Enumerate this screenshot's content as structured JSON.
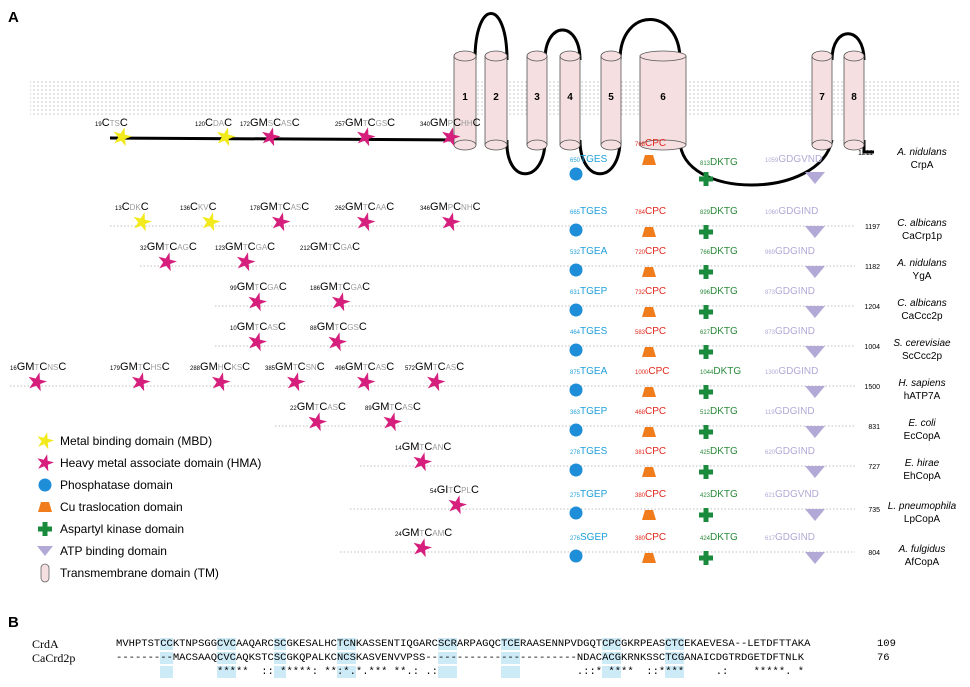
{
  "panel_labels": {
    "a": "A",
    "b": "B"
  },
  "colors": {
    "mbd": "#f2ea1d",
    "hma": "#d61f7c",
    "phosphatase": "#1f8ed8",
    "cu_translocation": "#f07c1c",
    "aspartyl_kinase": "#1a8a3c",
    "atp_binding": "#b3a9d6",
    "tm_fill": "#f6dfe0",
    "tgex_text": "#1f9fd8",
    "cpc_text": "#e0281d",
    "dktg_text": "#2a8a3a",
    "gdgind_text": "#b3a9d6",
    "motif_grey": "#9b9b9b"
  },
  "tm_helices": [
    "1",
    "2",
    "3",
    "4",
    "5",
    "6",
    "7",
    "8"
  ],
  "proteins": [
    {
      "species": "A. nidulans",
      "name": "CrpA",
      "length": "1211",
      "motifs": [
        {
          "pos": "19",
          "pre": "C",
          "mid": "TS",
          "post": "C",
          "icon": "mbd"
        },
        {
          "pos": "120",
          "pre": "C",
          "mid": "DA",
          "post": "C",
          "icon": "mbd"
        },
        {
          "pos": "172",
          "pre": "GM",
          "mid": "S",
          "c1": "C",
          "mid2": "AS",
          "post": "C",
          "icon": "hma"
        },
        {
          "pos": "257",
          "pre": "GM",
          "mid": "T",
          "c1": "C",
          "mid2": "GS",
          "post": "C",
          "icon": "hma"
        },
        {
          "pos": "340",
          "pre": "GM",
          "mid": "P",
          "c1": "C",
          "mid2": "HH",
          "post": "C",
          "icon": "hma"
        }
      ],
      "tges": {
        "pos": "650",
        "seq": "TGES"
      },
      "cpc": {
        "pos": "768",
        "seq": "CPC"
      },
      "dktg": {
        "pos": "813",
        "seq": "DKTG"
      },
      "gdgind": {
        "pos": "1059",
        "seq": "GDGVND"
      }
    },
    {
      "species": "C. albicans",
      "name": "CaCrp1p",
      "length": "1197",
      "motifs": [
        {
          "pos": "13",
          "pre": "C",
          "mid": "DK",
          "post": "C",
          "icon": "mbd"
        },
        {
          "pos": "136",
          "pre": "C",
          "mid": "KV",
          "post": "C",
          "icon": "mbd"
        },
        {
          "pos": "178",
          "pre": "GM",
          "mid": "T",
          "c1": "C",
          "mid2": "AS",
          "post": "C",
          "icon": "hma"
        },
        {
          "pos": "262",
          "pre": "GM",
          "mid": "T",
          "c1": "C",
          "mid2": "AA",
          "post": "C",
          "icon": "hma"
        },
        {
          "pos": "346",
          "pre": "GM",
          "mid": "P",
          "c1": "C",
          "mid2": "NH",
          "post": "C",
          "icon": "hma"
        }
      ],
      "tges": {
        "pos": "665",
        "seq": "TGES"
      },
      "cpc": {
        "pos": "784",
        "seq": "CPC"
      },
      "dktg": {
        "pos": "829",
        "seq": "DKTG"
      },
      "gdgind": {
        "pos": "1060",
        "seq": "GDGIND"
      }
    },
    {
      "species": "A. nidulans",
      "name": "YgA",
      "length": "1182",
      "motifs": [
        {
          "pos": "32",
          "pre": "GM",
          "mid": "T",
          "c1": "C",
          "mid2": "AG",
          "post": "C",
          "icon": "hma"
        },
        {
          "pos": "123",
          "pre": "GM",
          "mid": "T",
          "c1": "C",
          "mid2": "GA",
          "post": "C",
          "icon": "hma"
        },
        {
          "pos": "212",
          "pre": "GM",
          "mid": "T",
          "c1": "C",
          "mid2": "GA",
          "post": "C",
          "icon": "none"
        }
      ],
      "tges": {
        "pos": "532",
        "seq": "TGEA"
      },
      "cpc": {
        "pos": "720",
        "seq": "CPC"
      },
      "dktg": {
        "pos": "766",
        "seq": "DKTG"
      },
      "gdgind": {
        "pos": "969",
        "seq": "GDGIND"
      }
    },
    {
      "species": "C. albicans",
      "name": "CaCcc2p",
      "length": "1204",
      "motifs": [
        {
          "pos": "99",
          "pre": "GM",
          "mid": "T",
          "c1": "C",
          "mid2": "GA",
          "post": "C",
          "icon": "hma"
        },
        {
          "pos": "186",
          "pre": "GM",
          "mid": "T",
          "c1": "C",
          "mid2": "GA",
          "post": "C",
          "icon": "hma"
        }
      ],
      "tges": {
        "pos": "631",
        "seq": "TGEP"
      },
      "cpc": {
        "pos": "732",
        "seq": "CPC"
      },
      "dktg": {
        "pos": "996",
        "seq": "DKTG"
      },
      "gdgind": {
        "pos": "873",
        "seq": "GDGIND"
      }
    },
    {
      "species": "S. cerevisiae",
      "name": "ScCcc2p",
      "length": "1004",
      "motifs": [
        {
          "pos": "10",
          "pre": "GM",
          "mid": "T",
          "c1": "C",
          "mid2": "AS",
          "post": "C",
          "icon": "hma"
        },
        {
          "pos": "88",
          "pre": "GM",
          "mid": "T",
          "c1": "C",
          "mid2": "GS",
          "post": "C",
          "icon": "hma"
        }
      ],
      "tges": {
        "pos": "464",
        "seq": "TGES"
      },
      "cpc": {
        "pos": "583",
        "seq": "CPC"
      },
      "dktg": {
        "pos": "627",
        "seq": "DKTG"
      },
      "gdgind": {
        "pos": "873",
        "seq": "GDGIND"
      }
    },
    {
      "species": "H. sapiens",
      "name": "hATP7A",
      "length": "1500",
      "motifs": [
        {
          "pos": "16",
          "pre": "GM",
          "mid": "T",
          "c1": "C",
          "mid2": "NS",
          "post": "C",
          "icon": "hma"
        },
        {
          "pos": "179",
          "pre": "GM",
          "mid": "T",
          "c1": "C",
          "mid2": "HS",
          "post": "C",
          "icon": "hma"
        },
        {
          "pos": "288",
          "pre": "GM",
          "mid": "H",
          "c1": "C",
          "mid2": "KS",
          "post": "C",
          "icon": "hma"
        },
        {
          "pos": "385",
          "pre": "GM",
          "mid": "T",
          "c1": "C",
          "mid2": "SN",
          "post": "C",
          "icon": "hma"
        },
        {
          "pos": "496",
          "pre": "GM",
          "mid": "T",
          "c1": "C",
          "mid2": "AS",
          "post": "C",
          "icon": "hma"
        },
        {
          "pos": "572",
          "pre": "GM",
          "mid": "T",
          "c1": "C",
          "mid2": "AS",
          "post": "C",
          "icon": "hma"
        }
      ],
      "tges": {
        "pos": "875",
        "seq": "TGEA"
      },
      "cpc": {
        "pos": "1000",
        "seq": "CPC"
      },
      "dktg": {
        "pos": "1044",
        "seq": "DKTG"
      },
      "gdgind": {
        "pos": "1300",
        "seq": "GDGIND"
      }
    },
    {
      "species": "E. coli",
      "name": "EcCopA",
      "length": "831",
      "motifs": [
        {
          "pos": "22",
          "pre": "GM",
          "mid": "T",
          "c1": "C",
          "mid2": "AS",
          "post": "C",
          "icon": "hma"
        },
        {
          "pos": "89",
          "pre": "GM",
          "mid": "T",
          "c1": "C",
          "mid2": "AS",
          "post": "C",
          "icon": "hma"
        }
      ],
      "tges": {
        "pos": "363",
        "seq": "TGEP"
      },
      "cpc": {
        "pos": "468",
        "seq": "CPC"
      },
      "dktg": {
        "pos": "512",
        "seq": "DKTG"
      },
      "gdgind": {
        "pos": "119",
        "seq": "GDGIND"
      }
    },
    {
      "species": "E. hirae",
      "name": "EhCopA",
      "length": "727",
      "motifs": [
        {
          "pos": "14",
          "pre": "GM",
          "mid": "T",
          "c1": "C",
          "mid2": "AN",
          "post": "C",
          "icon": "hma"
        }
      ],
      "tges": {
        "pos": "278",
        "seq": "TGES"
      },
      "cpc": {
        "pos": "381",
        "seq": "CPC"
      },
      "dktg": {
        "pos": "425",
        "seq": "DKTG"
      },
      "gdgind": {
        "pos": "620",
        "seq": "GDGIND"
      }
    },
    {
      "species": "L. pneumophila",
      "name": "LpCopA",
      "length": "735",
      "motifs": [
        {
          "pos": "54",
          "pre": "GI",
          "mid": "T",
          "c1": "C",
          "mid2": "PL",
          "post": "C",
          "icon": "hma"
        }
      ],
      "tges": {
        "pos": "275",
        "seq": "TGEP"
      },
      "cpc": {
        "pos": "380",
        "seq": "CPC"
      },
      "dktg": {
        "pos": "423",
        "seq": "DKTG"
      },
      "gdgind": {
        "pos": "621",
        "seq": "GDGVND"
      }
    },
    {
      "species": "A. fulgidus",
      "name": "AfCopA",
      "length": "804",
      "motifs": [
        {
          "pos": "24",
          "pre": "GM",
          "mid": "T",
          "c1": "C",
          "mid2": "AM",
          "post": "C",
          "icon": "hma"
        }
      ],
      "tges": {
        "pos": "276",
        "seq": "SGEP"
      },
      "cpc": {
        "pos": "380",
        "seq": "CPC"
      },
      "dktg": {
        "pos": "424",
        "seq": "DKTG"
      },
      "gdgind": {
        "pos": "617",
        "seq": "GDGIND"
      }
    }
  ],
  "legend": [
    {
      "icon": "mbd",
      "label": "Metal binding domain (MBD)"
    },
    {
      "icon": "hma",
      "label": "Heavy metal associate domain (HMA)"
    },
    {
      "icon": "phosphatase",
      "label": "Phosphatase domain"
    },
    {
      "icon": "cu",
      "label": "Cu traslocation domain"
    },
    {
      "icon": "aspartyl",
      "label": "Aspartyl kinase domain"
    },
    {
      "icon": "atp",
      "label": "ATP binding domain"
    },
    {
      "icon": "tm",
      "label": "Transmembrane domain (TM)"
    }
  ],
  "alignment": {
    "rows": [
      {
        "name": "CrdA",
        "seq": "MVHPTSTCCKTNPSGGCVCAAQARCSCGKESALHCTCNKASSENTIQGARCSCRARPAGQCTCERAASENNPVDGQTCPCGKRPEASCTCEKAEVESA--LETDFTTAKA",
        "num": "109"
      },
      {
        "name": "CaCrd2p",
        "seq": "---------MACSAAQCVCAQKSTCSCGKQPALKCNCSKASVENVVPSS------------------------NDACACGKRNKSSCTCGANAICDGTRDGETDFTNLK",
        "num": "76"
      },
      {
        "name": "",
        "seq": "                *****  :: *****: **:*.*.*** **.: .:                      .::* ****  ::****     .:    *****. *",
        "num": ""
      }
    ],
    "highlight_cols": [
      7,
      8,
      16,
      17,
      18,
      25,
      26,
      35,
      36,
      37,
      51,
      52,
      53,
      61,
      62,
      63,
      77,
      78,
      79,
      87,
      88,
      89
    ]
  }
}
